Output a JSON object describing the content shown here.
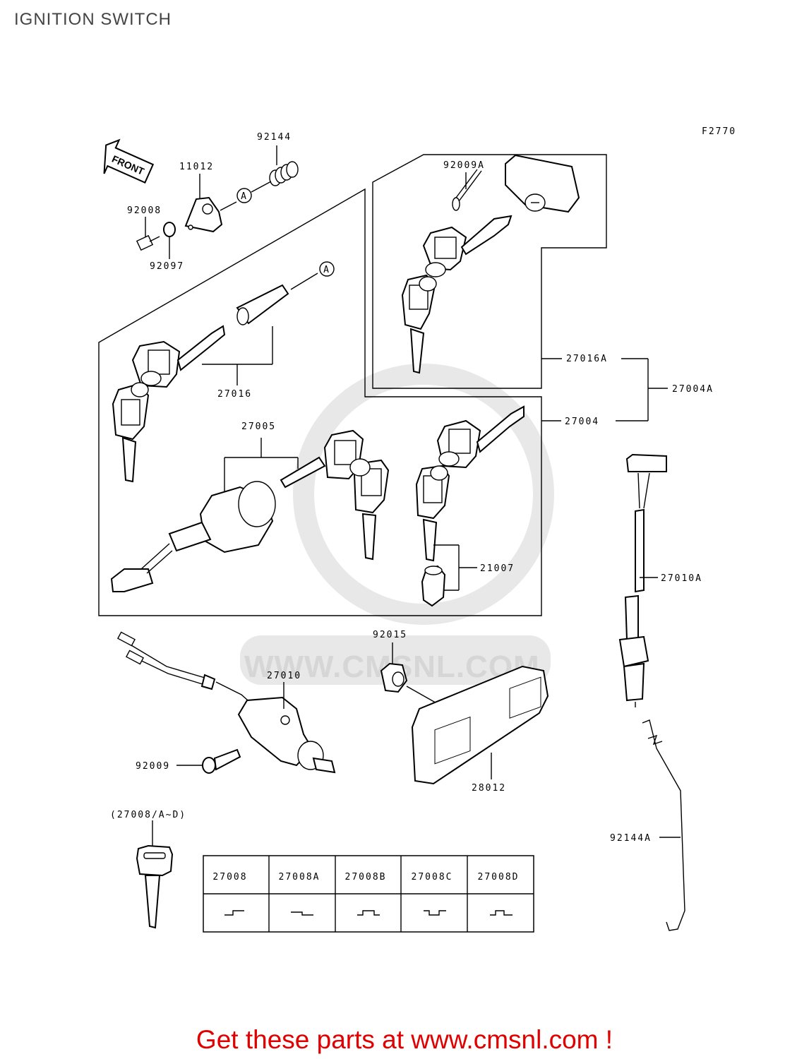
{
  "title": "IGNITION SWITCH",
  "figure_code": "F2770",
  "front_label": "FRONT",
  "callouts": {
    "a1": "A",
    "a2": "A"
  },
  "parts": {
    "p92144": "92144",
    "p11012": "11012",
    "p92008": "92008",
    "p92097": "92097",
    "p92009A": "92009A",
    "p27016": "27016",
    "p27016A": "27016A",
    "p27004A": "27004A",
    "p27004": "27004",
    "p27005": "27005",
    "p21007": "21007",
    "p27010A": "27010A",
    "p92015": "92015",
    "p27010": "27010",
    "p92009": "92009",
    "p28012": "28012",
    "p92144A": "92144A",
    "p27008set": "(27008/A~D)"
  },
  "key_table": {
    "headers": [
      "27008",
      "27008A",
      "27008B",
      "27008C",
      "27008D"
    ]
  },
  "watermark": "WWW.CMSNL.COM",
  "footer": "Get these parts at www.cmsnl.com !"
}
